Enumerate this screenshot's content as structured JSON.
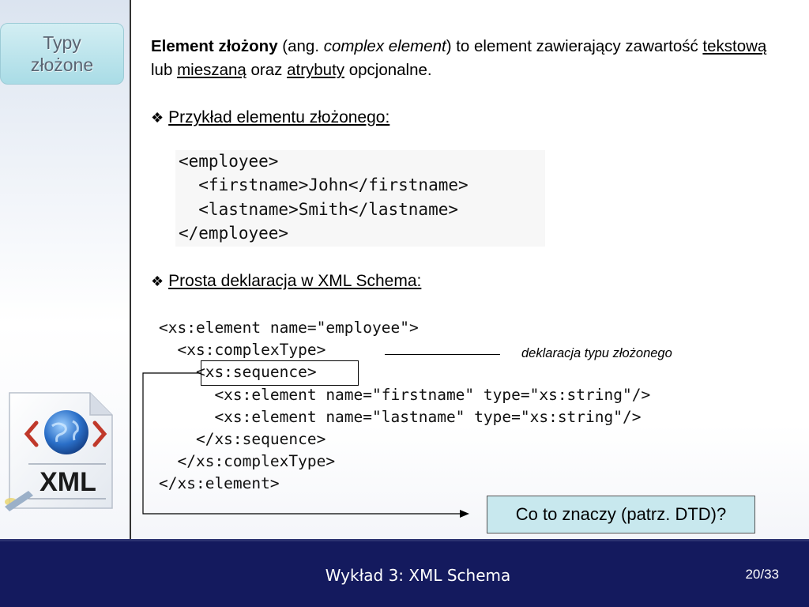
{
  "sidebar": {
    "topic": "Typy\nzłożone",
    "logo_text": "XML"
  },
  "intro": {
    "term": "Element złożony",
    "open": " (ang. ",
    "term_en": "complex element",
    "close": ") to element zawierający zawartość ",
    "link1": "tekstową",
    "mid1": " lub ",
    "link2": "mieszaną",
    "mid2": " oraz ",
    "link3": "atrybuty",
    "end": " opcjonalne."
  },
  "bullet1": "Przykład elementu złożonego:",
  "bullet2": "Prosta deklaracja w XML Schema:",
  "example_code": [
    "<employee>",
    "  <firstname>John</firstname>",
    "  <lastname>Smith</lastname>",
    "</employee>"
  ],
  "schema_code": [
    "<xs:element name=\"employee\">",
    "  <xs:complexType>",
    "    <xs:sequence>",
    "      <xs:element name=\"firstname\" type=\"xs:string\"/>",
    "      <xs:element name=\"lastname\" type=\"xs:string\"/>",
    "    </xs:sequence>",
    "  </xs:complexType>",
    "</xs:element>"
  ],
  "annotation": "deklaracja typu złożonego",
  "question": "Co to znaczy (patrz. DTD)?",
  "footer": {
    "title": "Wykład 3: XML Schema",
    "page": "20/33"
  }
}
